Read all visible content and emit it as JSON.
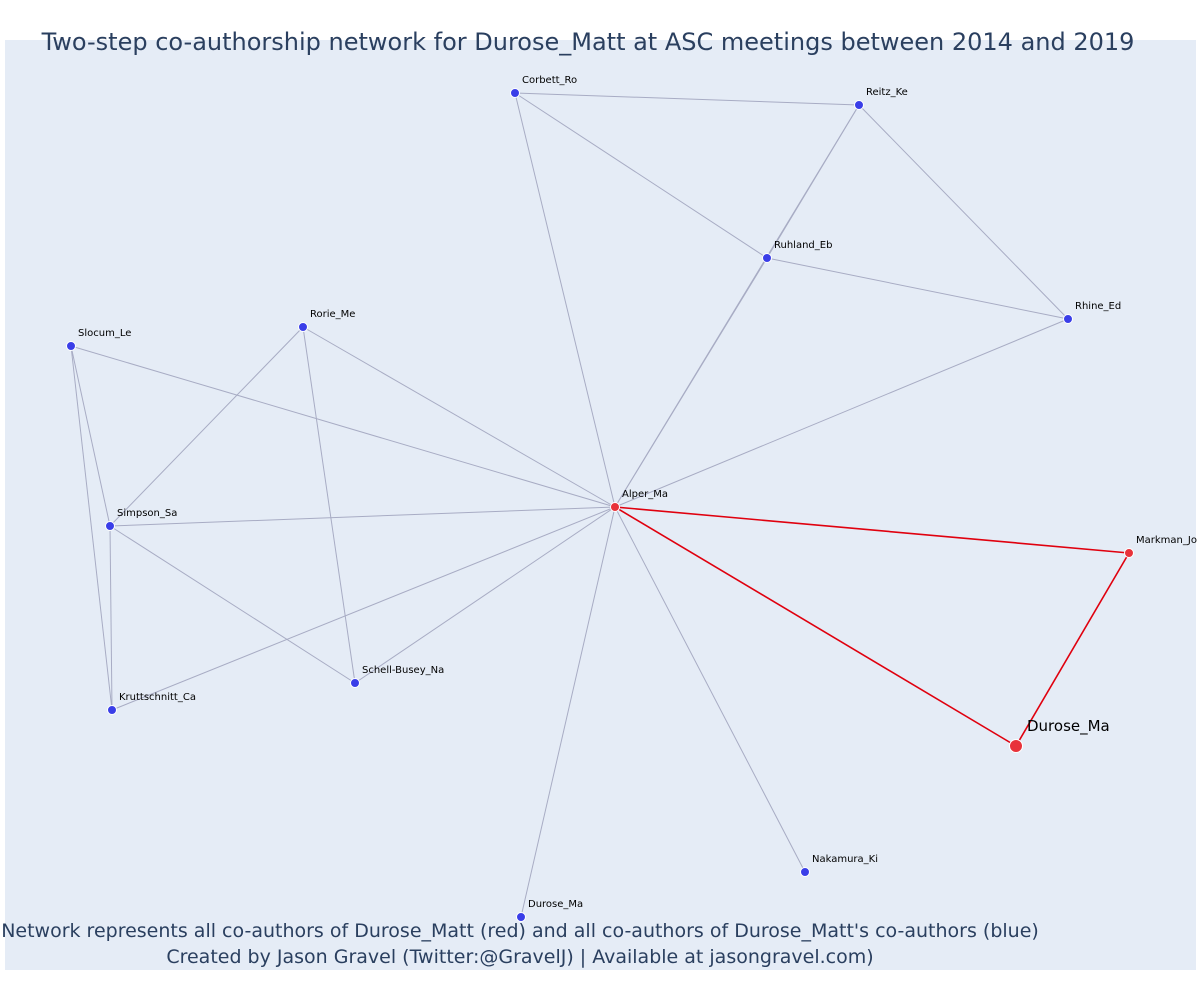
{
  "title": "Two-step co-authorship network for Durose_Matt at ASC meetings between 2014 and 2019",
  "footer": {
    "line1": "Network represents all co-authors of Durose_Matt (red) and all co-authors of Durose_Matt's co-authors (blue)",
    "line2": "Created by Jason Gravel (Twitter:@GravelJ) | Available at jasongravel.com)"
  },
  "colors": {
    "background": "#e5ecf6",
    "edge": "#a8acc4",
    "edge_highlight": "#e0000e",
    "node_coauthor": "#3a3ee8",
    "node_direct": "#e8323a",
    "node_outline": "#ffffff",
    "title": "#2a3f5f"
  },
  "nodes": [
    {
      "id": "corbett",
      "label": "Corbett_Ro",
      "group": "two-step"
    },
    {
      "id": "reitz",
      "label": "Reitz_Ke",
      "group": "two-step"
    },
    {
      "id": "ruhland",
      "label": "Ruhland_Eb",
      "group": "two-step"
    },
    {
      "id": "rhine",
      "label": "Rhine_Ed",
      "group": "two-step"
    },
    {
      "id": "rorie",
      "label": "Rorie_Me",
      "group": "two-step"
    },
    {
      "id": "slocum",
      "label": "Slocum_Le",
      "group": "two-step"
    },
    {
      "id": "simpson",
      "label": "Simpson_Sa",
      "group": "two-step"
    },
    {
      "id": "alper",
      "label": "Alper_Ma",
      "group": "co-author"
    },
    {
      "id": "markman",
      "label": "Markman_Jo",
      "group": "co-author"
    },
    {
      "id": "schell",
      "label": "Schell-Busey_Na",
      "group": "two-step"
    },
    {
      "id": "kruttschnitt",
      "label": "Kruttschnitt_Ca",
      "group": "two-step"
    },
    {
      "id": "durose_main",
      "label": "Durose_Ma",
      "group": "focal"
    },
    {
      "id": "nakamura",
      "label": "Nakamura_Ki",
      "group": "two-step"
    },
    {
      "id": "durose_b",
      "label": "Durose_Ma",
      "group": "two-step"
    }
  ],
  "edges": [
    {
      "source": "corbett",
      "target": "reitz",
      "highlight": false
    },
    {
      "source": "corbett",
      "target": "ruhland",
      "highlight": false
    },
    {
      "source": "corbett",
      "target": "alper",
      "highlight": false
    },
    {
      "source": "reitz",
      "target": "ruhland",
      "highlight": false
    },
    {
      "source": "reitz",
      "target": "rhine",
      "highlight": false
    },
    {
      "source": "reitz",
      "target": "alper",
      "highlight": false
    },
    {
      "source": "ruhland",
      "target": "rhine",
      "highlight": false
    },
    {
      "source": "ruhland",
      "target": "alper",
      "highlight": false
    },
    {
      "source": "rhine",
      "target": "alper",
      "highlight": false
    },
    {
      "source": "rorie",
      "target": "alper",
      "highlight": false
    },
    {
      "source": "rorie",
      "target": "simpson",
      "highlight": false
    },
    {
      "source": "rorie",
      "target": "schell",
      "highlight": false
    },
    {
      "source": "slocum",
      "target": "alper",
      "highlight": false
    },
    {
      "source": "slocum",
      "target": "simpson",
      "highlight": false
    },
    {
      "source": "slocum",
      "target": "kruttschnitt",
      "highlight": false
    },
    {
      "source": "simpson",
      "target": "alper",
      "highlight": false
    },
    {
      "source": "simpson",
      "target": "schell",
      "highlight": false
    },
    {
      "source": "simpson",
      "target": "kruttschnitt",
      "highlight": false
    },
    {
      "source": "kruttschnitt",
      "target": "alper",
      "highlight": false
    },
    {
      "source": "schell",
      "target": "alper",
      "highlight": false
    },
    {
      "source": "nakamura",
      "target": "alper",
      "highlight": false
    },
    {
      "source": "durose_b",
      "target": "alper",
      "highlight": false
    },
    {
      "source": "alper",
      "target": "markman",
      "highlight": true
    },
    {
      "source": "alper",
      "target": "durose_main",
      "highlight": true
    },
    {
      "source": "markman",
      "target": "durose_main",
      "highlight": true
    }
  ]
}
